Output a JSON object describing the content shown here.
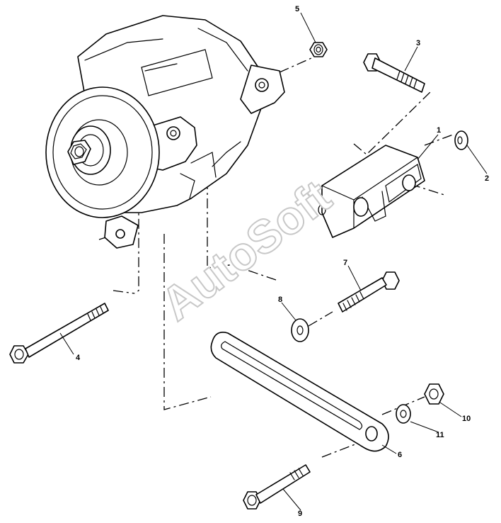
{
  "diagram": {
    "watermark": "AutoSoft",
    "callouts": [
      {
        "id": "1",
        "part": "mounting-bracket"
      },
      {
        "id": "2",
        "part": "washer-bracket"
      },
      {
        "id": "3",
        "part": "bolt-upper"
      },
      {
        "id": "4",
        "part": "bolt-long-lower"
      },
      {
        "id": "5",
        "part": "nut-upper"
      },
      {
        "id": "6",
        "part": "adjusting-strap"
      },
      {
        "id": "7",
        "part": "bolt-strap"
      },
      {
        "id": "8",
        "part": "washer-strap"
      },
      {
        "id": "9",
        "part": "bolt-strap-lower"
      },
      {
        "id": "10",
        "part": "nut-strap"
      },
      {
        "id": "11",
        "part": "washer-strap-lower"
      }
    ]
  }
}
